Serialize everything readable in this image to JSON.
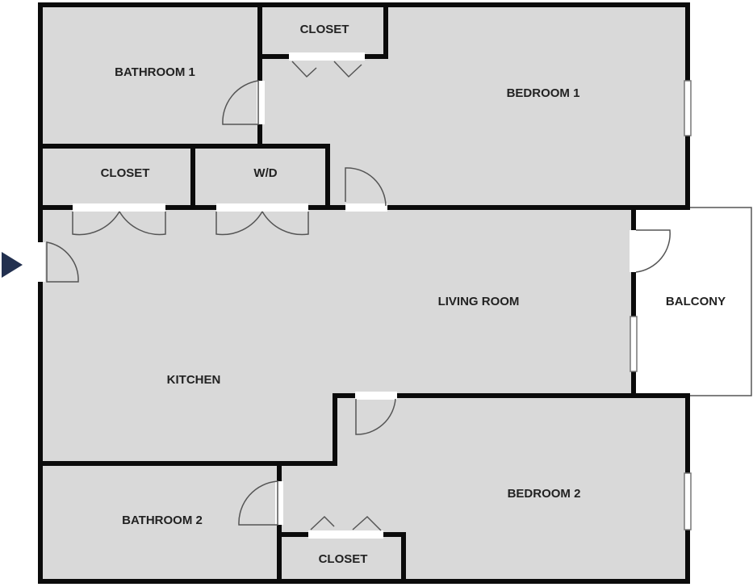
{
  "floorplan": {
    "colors": {
      "floor": "#d9d9d9",
      "wall": "#0b0b0b",
      "balcony": "#ffffff",
      "door": "#555555",
      "entry_arrow": "#22304f"
    },
    "rooms": [
      {
        "id": "bathroom-1",
        "label": "BATHROOM 1"
      },
      {
        "id": "closet-top",
        "label": "CLOSET"
      },
      {
        "id": "bedroom-1",
        "label": "BEDROOM 1"
      },
      {
        "id": "closet-left",
        "label": "CLOSET"
      },
      {
        "id": "wd",
        "label": "W/D"
      },
      {
        "id": "living-room",
        "label": "LIVING ROOM"
      },
      {
        "id": "balcony",
        "label": "BALCONY"
      },
      {
        "id": "kitchen",
        "label": "KITCHEN"
      },
      {
        "id": "bathroom-2",
        "label": "BATHROOM 2"
      },
      {
        "id": "bedroom-2",
        "label": "BEDROOM 2"
      },
      {
        "id": "closet-bottom",
        "label": "CLOSET"
      }
    ]
  }
}
